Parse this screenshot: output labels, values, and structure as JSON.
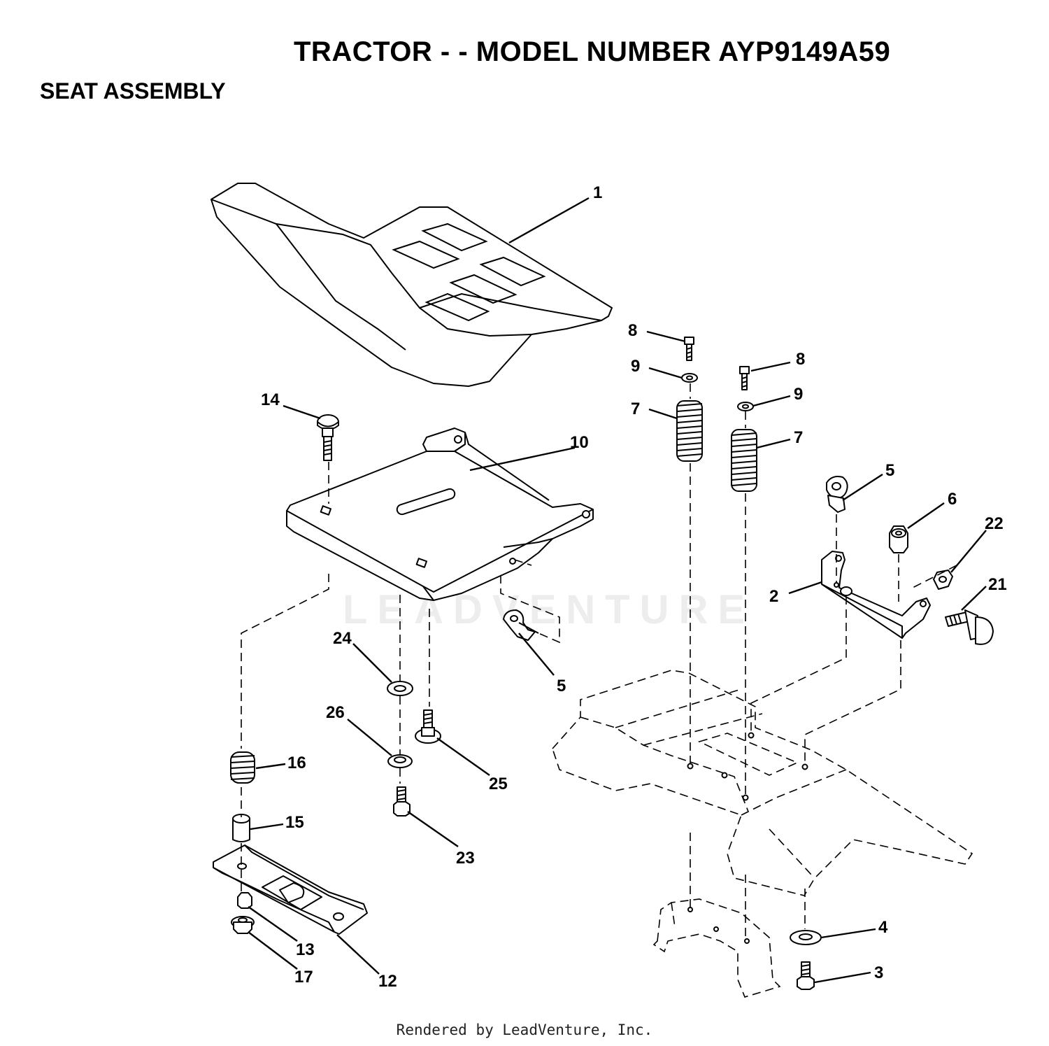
{
  "header": {
    "title": "TRACTOR - - MODEL NUMBER AYP9149A59",
    "subtitle": "SEAT ASSEMBLY"
  },
  "watermark": "LEADVENTURE",
  "footer": "Rendered by LeadVenture, Inc.",
  "callouts": [
    {
      "key": "c1",
      "label": "1"
    },
    {
      "key": "c2",
      "label": "2"
    },
    {
      "key": "c3",
      "label": "3"
    },
    {
      "key": "c4",
      "label": "4"
    },
    {
      "key": "c5a",
      "label": "5"
    },
    {
      "key": "c5b",
      "label": "5"
    },
    {
      "key": "c6",
      "label": "6"
    },
    {
      "key": "c7a",
      "label": "7"
    },
    {
      "key": "c7b",
      "label": "7"
    },
    {
      "key": "c8a",
      "label": "8"
    },
    {
      "key": "c8b",
      "label": "8"
    },
    {
      "key": "c9a",
      "label": "9"
    },
    {
      "key": "c9b",
      "label": "9"
    },
    {
      "key": "c10",
      "label": "10"
    },
    {
      "key": "c12",
      "label": "12"
    },
    {
      "key": "c13",
      "label": "13"
    },
    {
      "key": "c14",
      "label": "14"
    },
    {
      "key": "c15",
      "label": "15"
    },
    {
      "key": "c16",
      "label": "16"
    },
    {
      "key": "c17",
      "label": "17"
    },
    {
      "key": "c21",
      "label": "21"
    },
    {
      "key": "c22",
      "label": "22"
    },
    {
      "key": "c23",
      "label": "23"
    },
    {
      "key": "c24",
      "label": "24"
    },
    {
      "key": "c25",
      "label": "25"
    },
    {
      "key": "c26",
      "label": "26"
    }
  ]
}
